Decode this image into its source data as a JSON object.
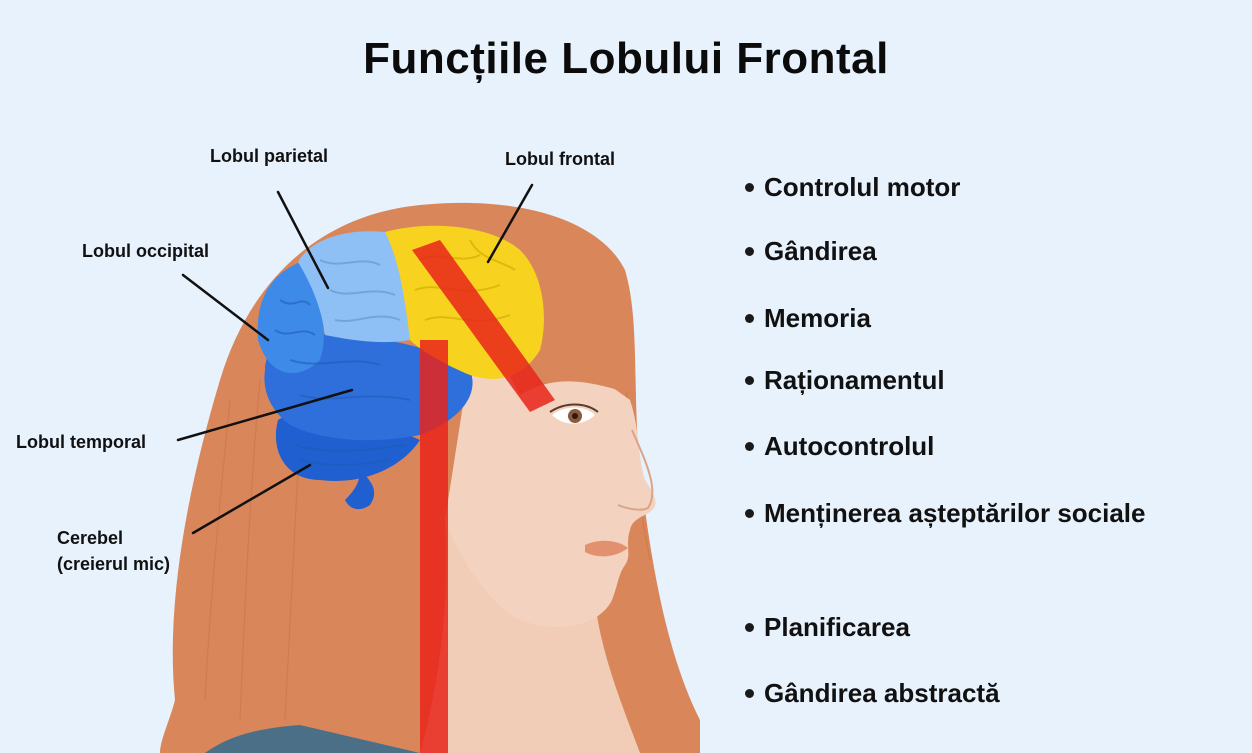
{
  "title": "Funcțiile Lobului Frontal",
  "lobe_labels": {
    "parietal": "Lobul parietal",
    "frontal": "Lobul frontal",
    "occipital": "Lobul occipital",
    "temporal": "Lobul temporal",
    "cerebellum_line1": "Cerebel",
    "cerebellum_line2": "(creierul mic)"
  },
  "functions": [
    "Controlul motor",
    "Gândirea",
    "Memoria",
    "Raționamentul",
    "Autocontrolul",
    "Menținerea așteptărilor sociale",
    "Planificarea",
    "Gândirea abstractă"
  ],
  "colors": {
    "background": "#e8f2fd",
    "hair": "#d9875a",
    "skin": "#f3d2bf",
    "frontal_lobe": "#f7d31f",
    "parietal_lobe": "#8ec0f5",
    "occipital_lobe": "#3d8ae8",
    "temporal_lobe": "#2e6fdb",
    "cerebellum": "#1f5fd0",
    "highlight": "#e8241a"
  }
}
